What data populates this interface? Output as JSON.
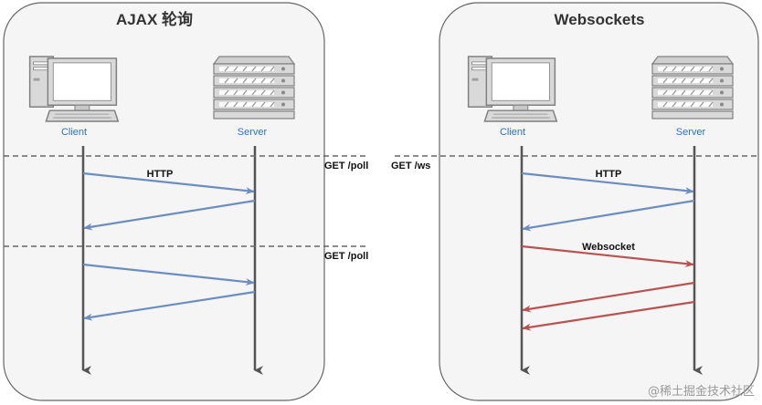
{
  "panels": {
    "ajax": {
      "title": "AJAX 轮询",
      "client_label": "Client",
      "server_label": "Server",
      "messages": [
        {
          "label": "HTTP",
          "color": "#6c8ebf"
        }
      ]
    },
    "websockets": {
      "title": "Websockets",
      "client_label": "Client",
      "server_label": "Server",
      "messages": [
        {
          "label": "HTTP",
          "color": "#6c8ebf"
        },
        {
          "label": "Websocket",
          "color": "#b85450"
        }
      ]
    }
  },
  "requests": {
    "get_poll_1": "GET /poll",
    "get_poll_2": "GET /poll",
    "get_ws": "GET /ws"
  },
  "colors": {
    "panel_fill": "#f5f5f5",
    "panel_stroke": "#666666",
    "http_arrow": "#6c8ebf",
    "ws_arrow": "#b85450",
    "lifeline": "#555555",
    "node_label": "#2a73c9"
  },
  "icons": {
    "client": "desktop-computer-icon",
    "server": "server-rack-icon"
  },
  "watermark": "@稀土掘金技术社区"
}
